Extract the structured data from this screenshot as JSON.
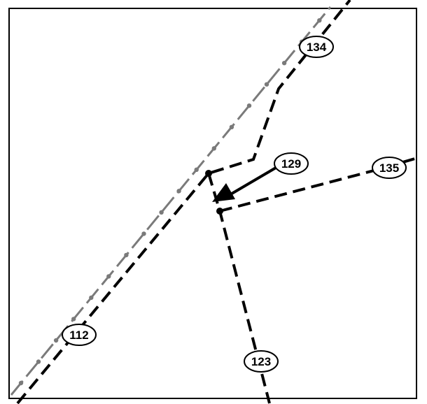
{
  "colors": {
    "background": "#ffffff",
    "frame": "#000000",
    "road": "#000000",
    "boundary_line": "#7a7a7a",
    "boundary_dots": "#7a7a7a",
    "label_fill": "#ffffff",
    "label_stroke": "#000000",
    "arrow": "#000000",
    "node": "#000000"
  },
  "map": {
    "labels": {
      "road_112": "112",
      "road_134": "134",
      "road_129": "129",
      "road_135": "135",
      "road_123": "123"
    }
  }
}
